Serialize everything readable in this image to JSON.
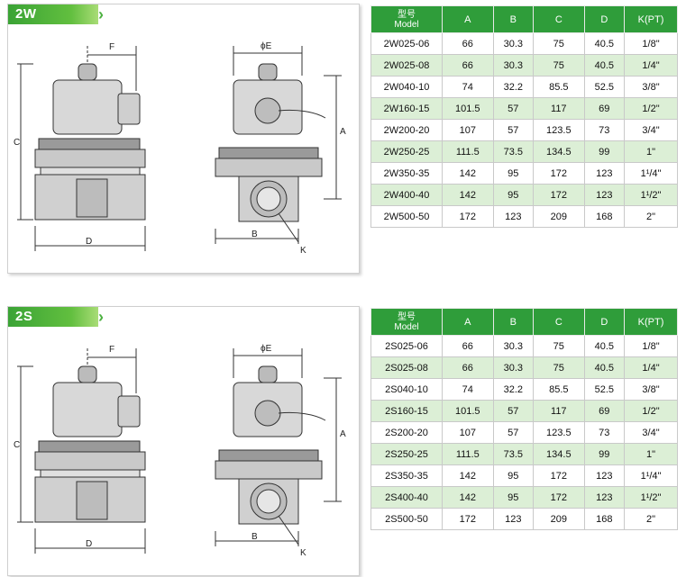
{
  "sections": [
    {
      "tag": "2W",
      "dims": {
        "F": "F",
        "PhiE": "ϕE",
        "A": "A",
        "B": "B",
        "C": "C",
        "D": "D",
        "K": "K"
      },
      "headers": {
        "model_cn": "型号",
        "model_en": "Model",
        "A": "A",
        "B": "B",
        "C": "C",
        "D": "D",
        "K": "K(PT)"
      },
      "rows": [
        {
          "model": "2W025-06",
          "A": "66",
          "B": "30.3",
          "C": "75",
          "D": "40.5",
          "K": "1/8\""
        },
        {
          "model": "2W025-08",
          "A": "66",
          "B": "30.3",
          "C": "75",
          "D": "40.5",
          "K": "1/4\""
        },
        {
          "model": "2W040-10",
          "A": "74",
          "B": "32.2",
          "C": "85.5",
          "D": "52.5",
          "K": "3/8\""
        },
        {
          "model": "2W160-15",
          "A": "101.5",
          "B": "57",
          "C": "117",
          "D": "69",
          "K": "1/2\""
        },
        {
          "model": "2W200-20",
          "A": "107",
          "B": "57",
          "C": "123.5",
          "D": "73",
          "K": "3/4\""
        },
        {
          "model": "2W250-25",
          "A": "111.5",
          "B": "73.5",
          "C": "134.5",
          "D": "99",
          "K": "1\""
        },
        {
          "model": "2W350-35",
          "A": "142",
          "B": "95",
          "C": "172",
          "D": "123",
          "K": "1¹/4\""
        },
        {
          "model": "2W400-40",
          "A": "142",
          "B": "95",
          "C": "172",
          "D": "123",
          "K": "1¹/2\""
        },
        {
          "model": "2W500-50",
          "A": "172",
          "B": "123",
          "C": "209",
          "D": "168",
          "K": "2\""
        }
      ]
    },
    {
      "tag": "2S",
      "dims": {
        "F": "F",
        "PhiE": "ϕE",
        "A": "A",
        "B": "B",
        "C": "C",
        "D": "D",
        "K": "K"
      },
      "headers": {
        "model_cn": "型号",
        "model_en": "Model",
        "A": "A",
        "B": "B",
        "C": "C",
        "D": "D",
        "K": "K(PT)"
      },
      "rows": [
        {
          "model": "2S025-06",
          "A": "66",
          "B": "30.3",
          "C": "75",
          "D": "40.5",
          "K": "1/8\""
        },
        {
          "model": "2S025-08",
          "A": "66",
          "B": "30.3",
          "C": "75",
          "D": "40.5",
          "K": "1/4\""
        },
        {
          "model": "2S040-10",
          "A": "74",
          "B": "32.2",
          "C": "85.5",
          "D": "52.5",
          "K": "3/8\""
        },
        {
          "model": "2S160-15",
          "A": "101.5",
          "B": "57",
          "C": "117",
          "D": "69",
          "K": "1/2\""
        },
        {
          "model": "2S200-20",
          "A": "107",
          "B": "57",
          "C": "123.5",
          "D": "73",
          "K": "3/4\""
        },
        {
          "model": "2S250-25",
          "A": "111.5",
          "B": "73.5",
          "C": "134.5",
          "D": "99",
          "K": "1\""
        },
        {
          "model": "2S350-35",
          "A": "142",
          "B": "95",
          "C": "172",
          "D": "123",
          "K": "1¹/4\""
        },
        {
          "model": "2S400-40",
          "A": "142",
          "B": "95",
          "C": "172",
          "D": "123",
          "K": "1¹/2\""
        },
        {
          "model": "2S500-50",
          "A": "172",
          "B": "123",
          "C": "209",
          "D": "168",
          "K": "2\""
        }
      ]
    }
  ],
  "colors": {
    "accent": "#2f9d3a",
    "row_alt": "#dcefd6"
  }
}
